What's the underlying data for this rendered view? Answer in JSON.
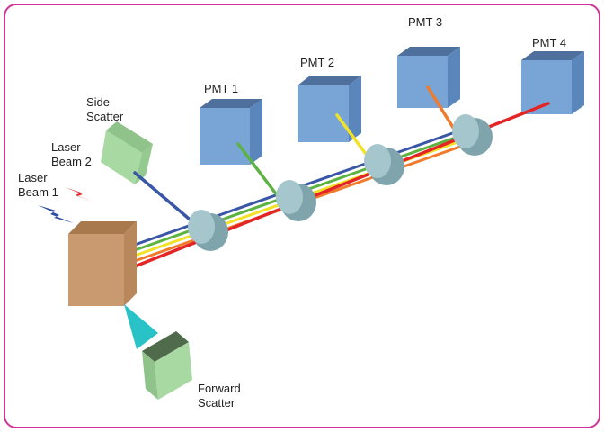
{
  "labels": {
    "pmt1": "PMT 1",
    "pmt2": "PMT 2",
    "pmt3": "PMT 3",
    "pmt4": "PMT 4",
    "side_scatter_1": "Side",
    "side_scatter_2": "Scatter",
    "laser2_1": "Laser",
    "laser2_2": "Beam 2",
    "laser1_1": "Laser",
    "laser1_2": "Beam 1",
    "forward_1": "Forward",
    "forward_2": "Scatter"
  },
  "colors": {
    "frame": "#d0359a",
    "beam_blue": "#3a56a6",
    "beam_green": "#5cb342",
    "beam_yellow": "#f1e227",
    "beam_orange": "#f07b2c",
    "beam_red": "#e32526",
    "pmt_front": "#79a5d6",
    "pmt_top": "#4f6f9d",
    "pmt_side": "#5b86bb",
    "scatter_detector": "#a8d9a3",
    "flow_cell": "#c99a6f",
    "forward_cone": "#28c2c7",
    "filter_lens": "#8fb5bd",
    "laser_bolt_red": "#e32526",
    "laser_bolt_blue": "#2f4fa3"
  }
}
